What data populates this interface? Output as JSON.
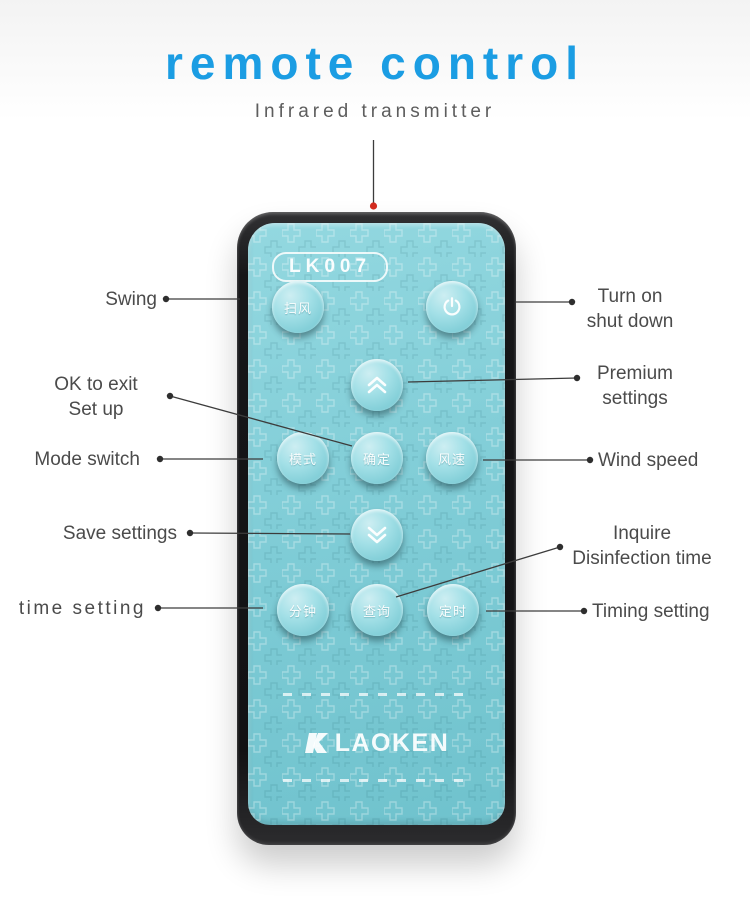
{
  "page": {
    "title": "remote control",
    "subtitle": "Infrared transmitter",
    "accent_color": "#1b9de3",
    "label_color": "#4b4b4b"
  },
  "remote": {
    "model": "LK007",
    "brand": "LAOKEN",
    "body_color": "#7fccd6",
    "buttons": [
      {
        "id": "swing",
        "label": "扫风"
      },
      {
        "id": "power",
        "icon": "power-icon"
      },
      {
        "id": "up",
        "icon": "chevron-up-icon"
      },
      {
        "id": "mode",
        "label": "模式"
      },
      {
        "id": "ok",
        "label": "确定"
      },
      {
        "id": "wind-speed",
        "label": "风速"
      },
      {
        "id": "down",
        "icon": "chevron-down-icon"
      },
      {
        "id": "minute",
        "label": "分钟"
      },
      {
        "id": "inquire",
        "label": "查询"
      },
      {
        "id": "timing",
        "label": "定时"
      }
    ]
  },
  "annotations": {
    "left": [
      {
        "text": "Swing"
      },
      {
        "line1": "OK to exit",
        "line2": "Set up"
      },
      {
        "text": "Mode switch"
      },
      {
        "text": "Save settings"
      },
      {
        "text": "time setting"
      }
    ],
    "right": [
      {
        "line1": "Turn on",
        "line2": "shut down"
      },
      {
        "line1": "Premium",
        "line2": "settings"
      },
      {
        "text": "Wind speed"
      },
      {
        "line1": "Inquire",
        "line2": "Disinfection time"
      },
      {
        "text": "Timing setting"
      }
    ]
  }
}
